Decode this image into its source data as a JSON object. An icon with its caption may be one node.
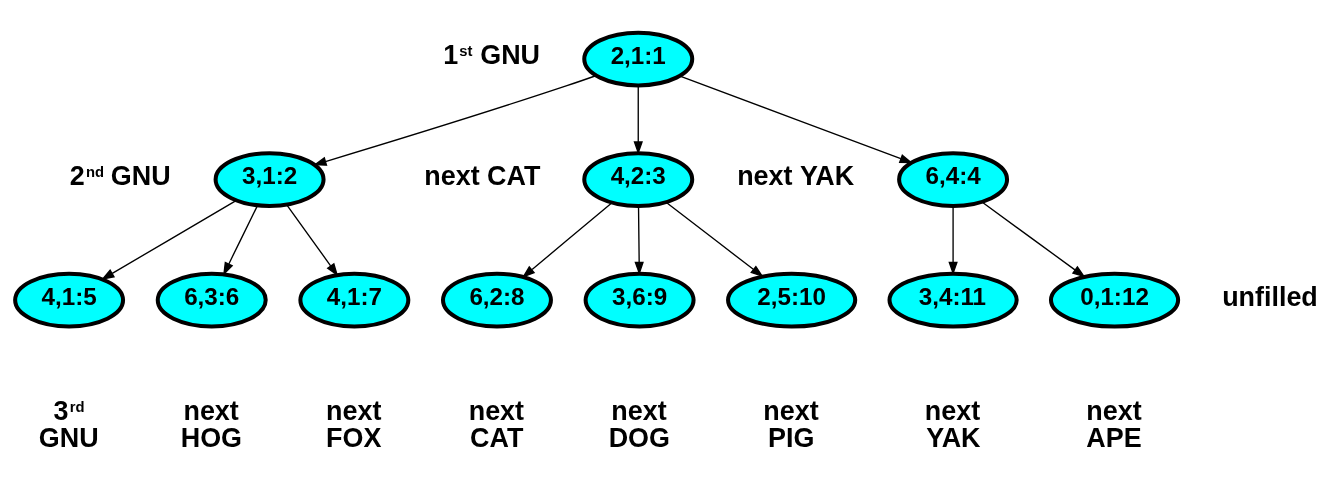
{
  "diagram": {
    "nodes": [
      {
        "text": [
          "2,1:1"
        ],
        "beside": [
          "1$^{st}$ GNU"
        ]
      },
      {
        "text": [
          "3,1:2"
        ],
        "beside": [
          "2$^{nd}$ GNU"
        ]
      },
      {
        "text": [
          "4,2:3"
        ],
        "beside": [
          "next CAT"
        ]
      },
      {
        "text": [
          "6,4:4"
        ],
        "beside": [
          "next YAK"
        ]
      },
      {
        "text": [
          "4,1:5"
        ],
        "beside": [
          "3$^{rd}$ GNU"
        ]
      },
      {
        "text": [
          "6,3:6"
        ],
        "beside": [
          "next HOG"
        ]
      },
      {
        "text": [
          "4,1:7"
        ],
        "beside": [
          "next FOX"
        ]
      },
      {
        "text": [
          "6,2:8"
        ],
        "beside": [
          "next CAT"
        ]
      },
      {
        "text": [
          "3,6:9"
        ],
        "beside": [
          "next DOG"
        ]
      },
      {
        "text": [
          "2,5:10"
        ],
        "beside": [
          "next PIG"
        ]
      },
      {
        "text": [
          "3,4:11"
        ],
        "beside": [
          "next YAK"
        ]
      },
      {
        "text": [
          "0,1:12"
        ],
        "beside": [
          "next APE",
          "unfilled"
        ]
      }
    ],
    "edges": [
      {
        "from": 0,
        "to": 1,
        "arrow": "to"
      },
      {
        "from": 0,
        "to": 2,
        "arrow": "to"
      },
      {
        "from": 0,
        "to": 3,
        "arrow": "to"
      },
      {
        "from": 1,
        "to": 4,
        "arrow": "to"
      },
      {
        "from": 1,
        "to": 5,
        "arrow": "to"
      },
      {
        "from": 1,
        "to": 6,
        "arrow": "to"
      },
      {
        "from": 2,
        "to": 7,
        "arrow": "to"
      },
      {
        "from": 2,
        "to": 8,
        "arrow": "to"
      },
      {
        "from": 2,
        "to": 9,
        "arrow": "to"
      },
      {
        "from": 3,
        "to": 10,
        "arrow": "to"
      },
      {
        "from": 3,
        "to": 11,
        "arrow": "to"
      }
    ]
  }
}
